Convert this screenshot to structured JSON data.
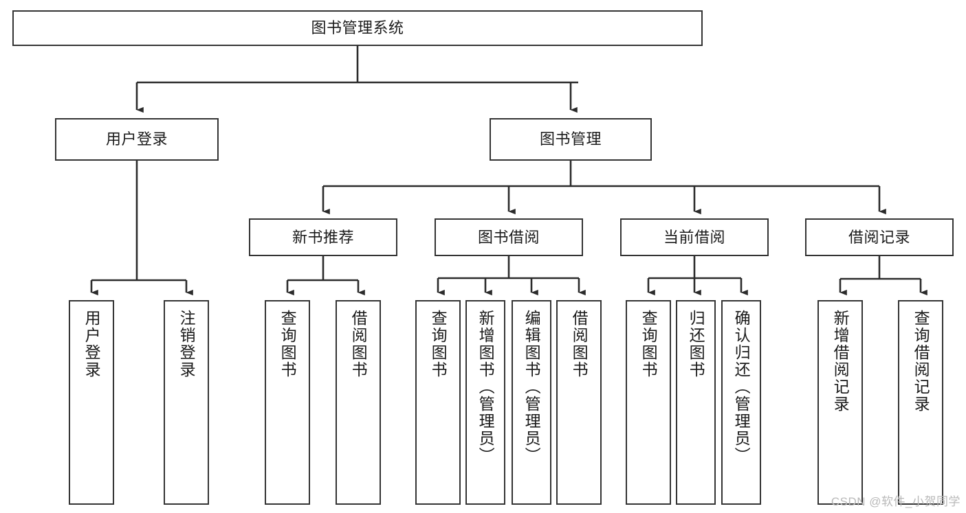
{
  "diagram": {
    "title": "图书管理系统",
    "type": "hierarchy-tree",
    "watermark": "CSDN @软件_小贺同学",
    "colors": {
      "stroke": "#333333",
      "fill": "#ffffff",
      "text": "#1a1a1a",
      "watermark": "#b9b9b9"
    },
    "levels": {
      "root": {
        "label": "图书管理系统"
      },
      "level2": [
        {
          "id": "user-login",
          "label": "用户登录"
        },
        {
          "id": "book-manage",
          "label": "图书管理"
        }
      ],
      "level3": [
        {
          "id": "new-book-recommend",
          "label": "新书推荐",
          "parent": "book-manage"
        },
        {
          "id": "book-borrow",
          "label": "图书借阅",
          "parent": "book-manage"
        },
        {
          "id": "current-borrow",
          "label": "当前借阅",
          "parent": "book-manage"
        },
        {
          "id": "borrow-record",
          "label": "借阅记录",
          "parent": "book-manage"
        }
      ],
      "leaves": [
        {
          "id": "leaf-user-login",
          "label": "用户登录",
          "parent": "user-login"
        },
        {
          "id": "leaf-logout",
          "label": "注销登录",
          "parent": "user-login"
        },
        {
          "id": "leaf-query-book-1",
          "label": "查询图书",
          "parent": "new-book-recommend"
        },
        {
          "id": "leaf-borrow-book-1",
          "label": "借阅图书",
          "parent": "new-book-recommend"
        },
        {
          "id": "leaf-query-book-2",
          "label": "查询图书",
          "parent": "book-borrow"
        },
        {
          "id": "leaf-add-book",
          "label": "新增图书（管理员）",
          "parent": "book-borrow"
        },
        {
          "id": "leaf-edit-book",
          "label": "编辑图书（管理员）",
          "parent": "book-borrow"
        },
        {
          "id": "leaf-borrow-book-2",
          "label": "借阅图书",
          "parent": "book-borrow"
        },
        {
          "id": "leaf-query-book-3",
          "label": "查询图书",
          "parent": "current-borrow"
        },
        {
          "id": "leaf-return-book",
          "label": "归还图书",
          "parent": "current-borrow"
        },
        {
          "id": "leaf-confirm-return",
          "label": "确认归还（管理员）",
          "parent": "current-borrow"
        },
        {
          "id": "leaf-add-record",
          "label": "新增借阅记录",
          "parent": "borrow-record"
        },
        {
          "id": "leaf-query-record",
          "label": "查询借阅记录",
          "parent": "borrow-record"
        }
      ]
    }
  }
}
